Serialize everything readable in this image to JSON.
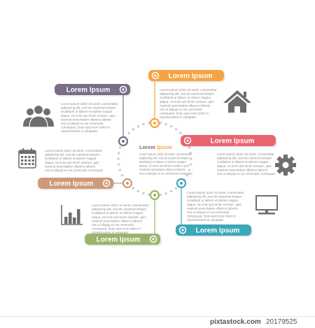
{
  "center": {
    "title_dark": "Lorem ",
    "title_accent": "Ipsum",
    "lines": [
      "Lorem ipsum dolor sit amet, consectetur",
      "adipiscing elit, sed do eiusmod tempor",
      "incididunt ut labore et dolore magna",
      "aliqua. Ut enim ad minim veniam, quis",
      "nostrud exercitation ullamco laboris",
      "nisi ut aliquip ex ea commodo consequat"
    ]
  },
  "colors": {
    "purple": "#7b6d86",
    "orange": "#f5a445",
    "red": "#e86570",
    "brown": "#cf9a78",
    "teal": "#3ba8b8",
    "green": "#9bb46d",
    "icon": "#6e6e6e",
    "dots": "#cfcfcf"
  },
  "steps": [
    {
      "label": "Lorem Ipsum",
      "color": "purple",
      "icon": "people-icon",
      "lines": [
        "Lorem ipsum dolor sit amet, consectetur",
        "adipiscing elit, sed do eiusmod tempor",
        "incididunt ut labore et dolore magna",
        "aliqua. Ut enim ad minim veniam, quis",
        "nostrud exercitation ullamco laboris",
        "nisi ut aliquip ex ea commodo",
        "consequat. Duis aute irure dolor in",
        "reprehenderit in voluptate"
      ]
    },
    {
      "label": "Lorem Ipsum",
      "color": "orange",
      "icon": "home-icon",
      "lines": [
        "Lorem ipsum dolor sit amet, consectetur",
        "adipiscing elit, sed do eiusmod tempor",
        "incididunt ut labore et dolore magna",
        "aliqua. Ut enim ad minim veniam, quis",
        "nostrud exercitation ullamco laboris",
        "nisi ut aliquip ex ea commodo",
        "consequat. Duis aute irure dolor in",
        "reprehenderit in voluptate"
      ]
    },
    {
      "label": "Lorem Ipsum",
      "color": "red",
      "icon": "gear-icon",
      "lines": [
        "Lorem ipsum dolor sit amet, consectetur",
        "adipiscing elit, sed do eiusmod tempor",
        "incididunt ut labore et dolore magna",
        "aliqua. Ut enim ad minim veniam, quis",
        "nostrud exercitation ullamco laboris",
        "nisi ut aliquip ex ea commodo consequat"
      ]
    },
    {
      "label": "Lorem Ipsum",
      "color": "brown",
      "icon": "calendar-icon",
      "lines": [
        "Lorem ipsum dolor sit amet, consectetur",
        "adipiscing elit, sed do eiusmod tempor",
        "incididunt ut labore et dolore magna",
        "aliqua. Ut enim ad minim veniam, quis",
        "nostrud exercitation ullamco laboris",
        "nisi ut aliquip ex ea commodo consequat"
      ]
    },
    {
      "label": "Lorem Ipsum",
      "color": "teal",
      "icon": "monitor-icon",
      "lines": [
        "Lorem ipsum dolor sit amet, consectetur",
        "adipiscing elit, sed do eiusmod tempor",
        "incididunt ut labore et dolore magna",
        "aliqua. Ut enim ad minim veniam, quis",
        "nostrud exercitation ullamco laboris",
        "nisi ut aliquip ex ea commodo",
        "consequat. Duis aute irure dolor in",
        "reprehenderit in voluptate"
      ]
    },
    {
      "label": "Lorem Ipsum",
      "color": "green",
      "icon": "bar-chart-icon",
      "lines": [
        "Lorem ipsum dolor sit amet, consectetur",
        "adipiscing elit, sed do eiusmod tempor",
        "incididunt ut labore et dolore magna",
        "aliqua. Ut enim ad minim veniam, quis",
        "nostrud exercitation ullamco laboris",
        "nisi ut aliquip ex ea commodo",
        "consequat. Duis aute irure dolor in",
        "reprehenderit in voluptate"
      ]
    }
  ],
  "footer": {
    "brand": "pixtastock.com",
    "id": "20179525"
  }
}
